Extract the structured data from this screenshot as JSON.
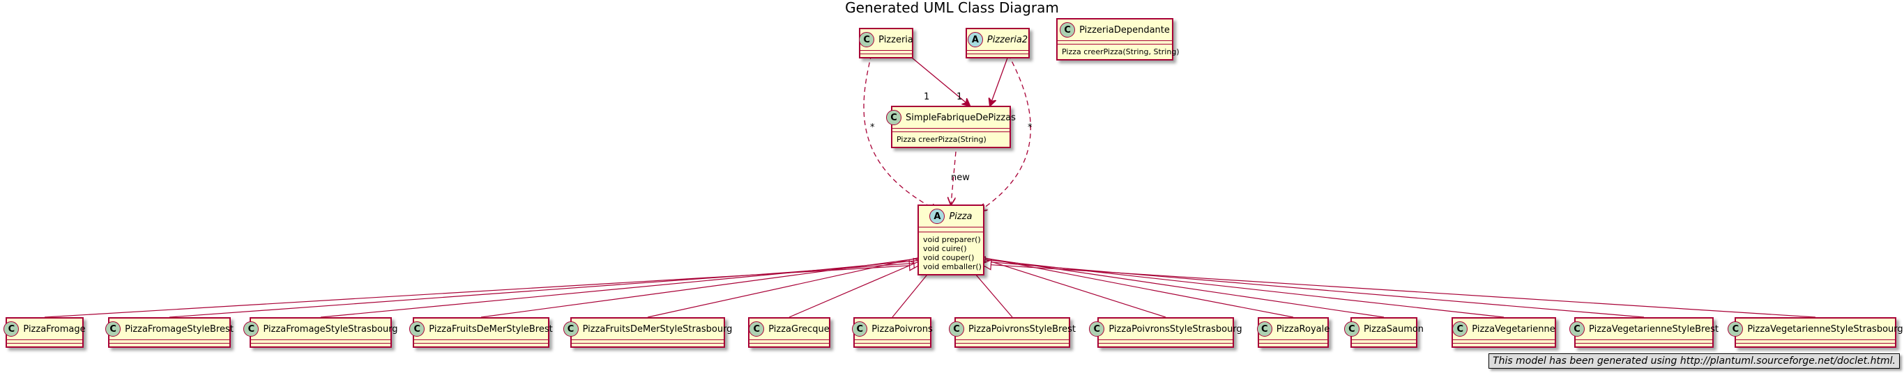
{
  "title": "Generated UML Class Diagram",
  "footer": "This model has been generated using http://plantuml.sourceforge.net/doclet.html.",
  "colors": {
    "fill": "#FEFECE",
    "border": "#A80036",
    "class_circle": "#ADD1B2",
    "abstract_circle": "#A9DCDF"
  },
  "classes": {
    "pizzeria": {
      "stereotype": "C",
      "name": "Pizzeria"
    },
    "pizzeria2": {
      "stereotype": "A",
      "name": "Pizzeria2"
    },
    "pizzeria_dependante": {
      "stereotype": "C",
      "name": "PizzeriaDependante",
      "methods": [
        "Pizza creerPizza(String, String)"
      ]
    },
    "simple_fabrique": {
      "stereotype": "C",
      "name": "SimpleFabriqueDePizzas",
      "methods": [
        "Pizza creerPizza(String)"
      ]
    },
    "pizza": {
      "stereotype": "A",
      "name": "Pizza",
      "methods": [
        "void preparer()",
        "void cuire()",
        "void couper()",
        "void emballer()"
      ]
    }
  },
  "subclasses": [
    "PizzaFromage",
    "PizzaFromageStyleBrest",
    "PizzaFromageStyleStrasbourg",
    "PizzaFruitsDeMerStyleBrest",
    "PizzaFruitsDeMerStyleStrasbourg",
    "PizzaGrecque",
    "PizzaPoivrons",
    "PizzaPoivronsStyleBrest",
    "PizzaPoivronsStyleStrasbourg",
    "PizzaRoyale",
    "PizzaSaumon",
    "PizzaVegetarienne",
    "PizzaVegetarienneStyleBrest",
    "PizzaVegetarienneStyleStrasbourg"
  ],
  "labels": {
    "mult_pizzeria": "1",
    "mult_pizzeria2": "1",
    "star_left": "*",
    "star_right": "*",
    "new": "new"
  }
}
